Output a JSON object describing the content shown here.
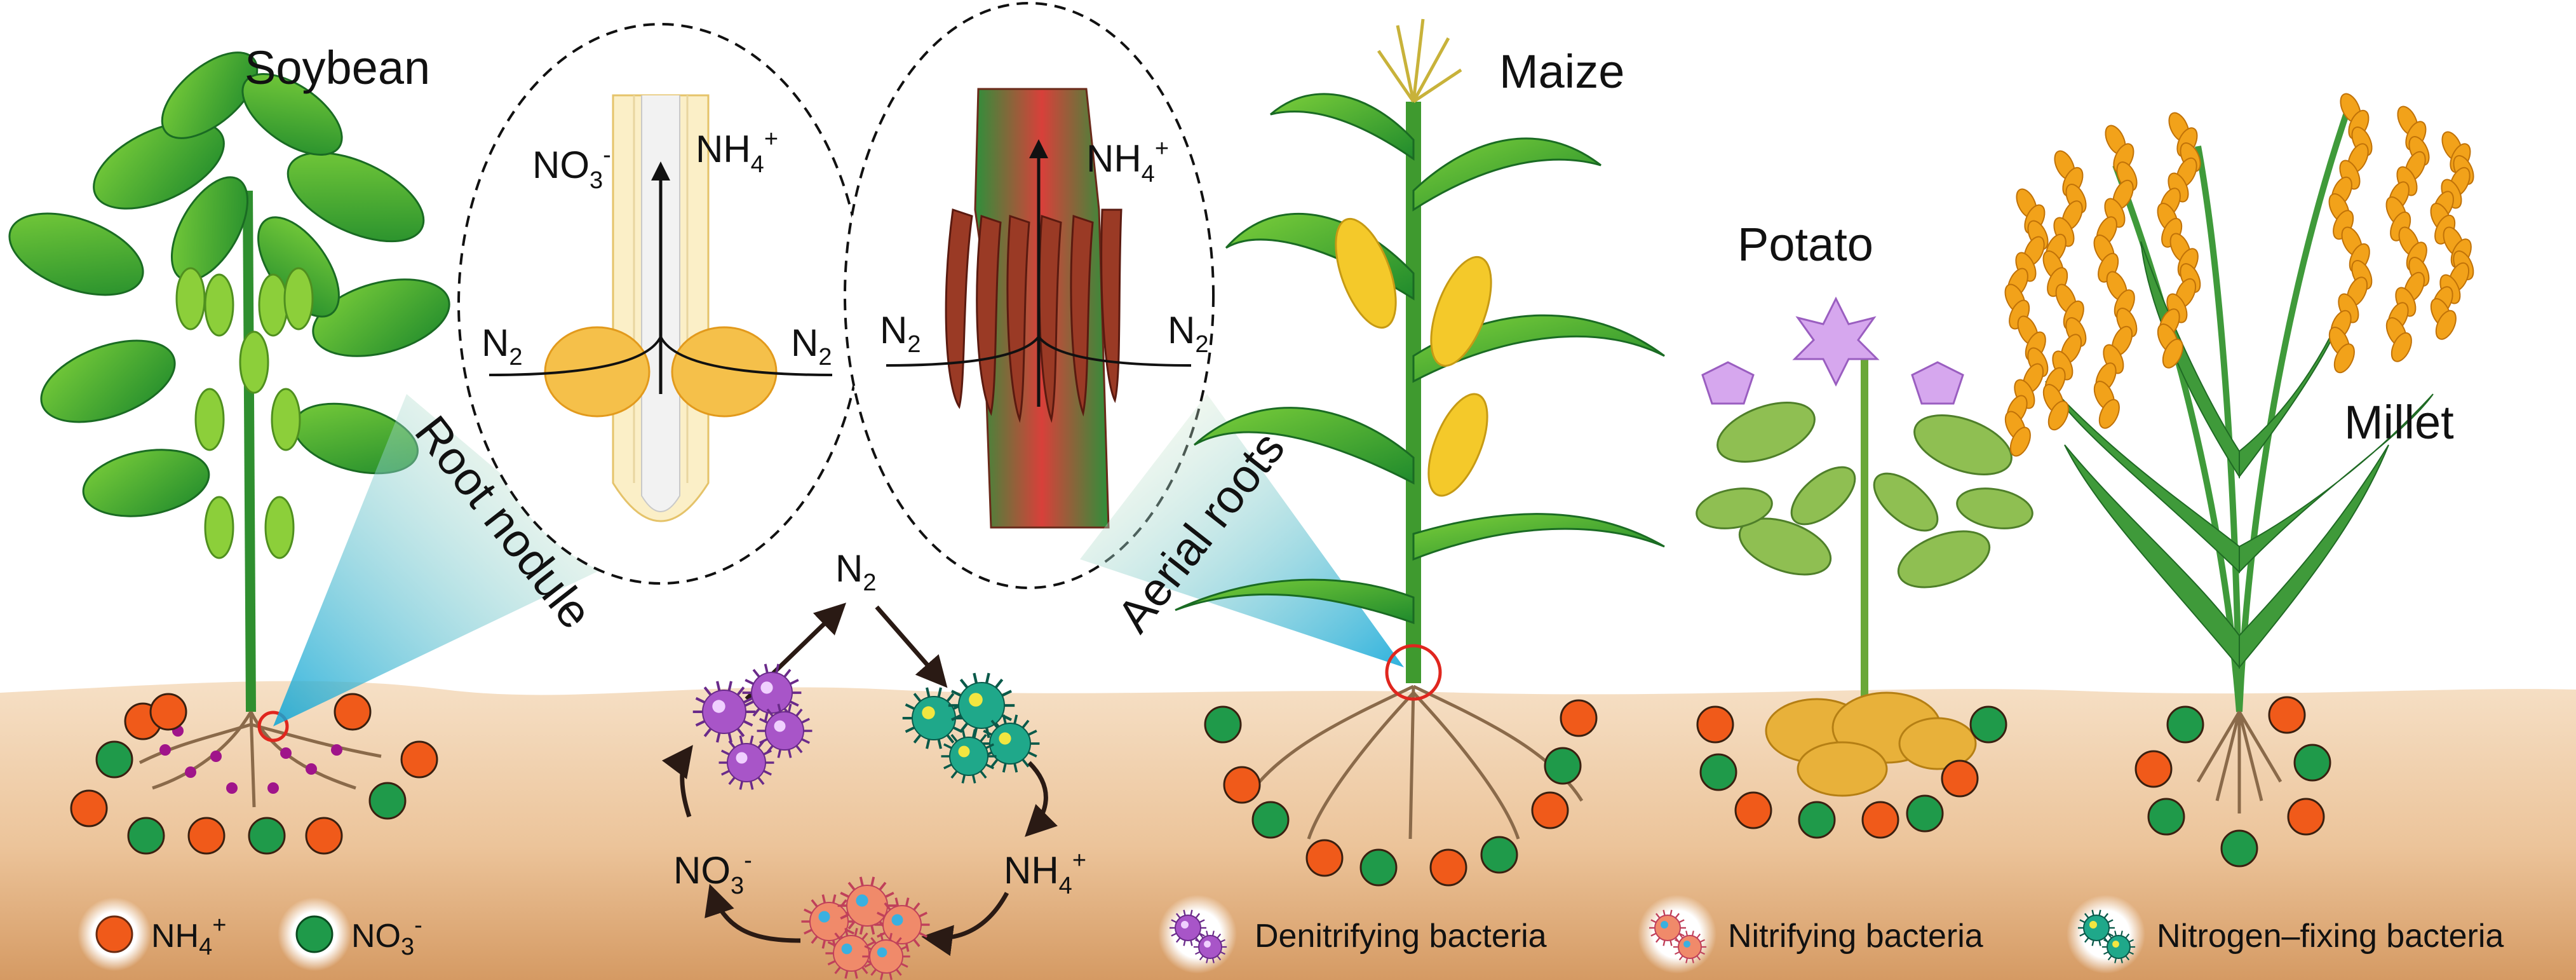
{
  "plants": {
    "soybean": "Soybean",
    "maize": "Maize",
    "potato": "Potato",
    "millet": "Millet"
  },
  "callouts": {
    "root_nodule": "Root nodule",
    "aerial_roots": "Aerial roots"
  },
  "nodule_inset": {
    "left_label": "NO",
    "left_sub": "3",
    "left_sup": "-",
    "right_label": "NH",
    "right_sub": "4",
    "right_sup": "+",
    "n2_left": "N",
    "n2_left_sub": "2",
    "n2_right": "N",
    "n2_right_sub": "2"
  },
  "aerial_inset": {
    "top_label": "NH",
    "top_sub": "4",
    "top_sup": "+",
    "n2_left": "N",
    "n2_left_sub": "2",
    "n2_right": "N",
    "n2_right_sub": "2"
  },
  "cycle": {
    "n2": "N",
    "n2_sub": "2",
    "nh4": "NH",
    "nh4_sub": "4",
    "nh4_sup": "+",
    "no3": "NO",
    "no3_sub": "3",
    "no3_sup": "-"
  },
  "legend": {
    "nh4": "NH",
    "nh4_sub": "4",
    "nh4_sup": "+",
    "no3": "NO",
    "no3_sub": "3",
    "no3_sup": "-",
    "denitrifying": "Denitrifying bacteria",
    "nitrifying": "Nitrifying bacteria",
    "nitrogen_fixing": "Nitrogen–fixing bacteria"
  },
  "colors": {
    "ammonium": "#f05a1a",
    "nitrate": "#1f9a4a",
    "soil_top": "#f4d9bd",
    "soil_bottom": "#d9a470",
    "denitrifying": "#a855c8",
    "nitrifying": "#f08a6a",
    "nitrogen_fixing": "#1fa88a"
  }
}
